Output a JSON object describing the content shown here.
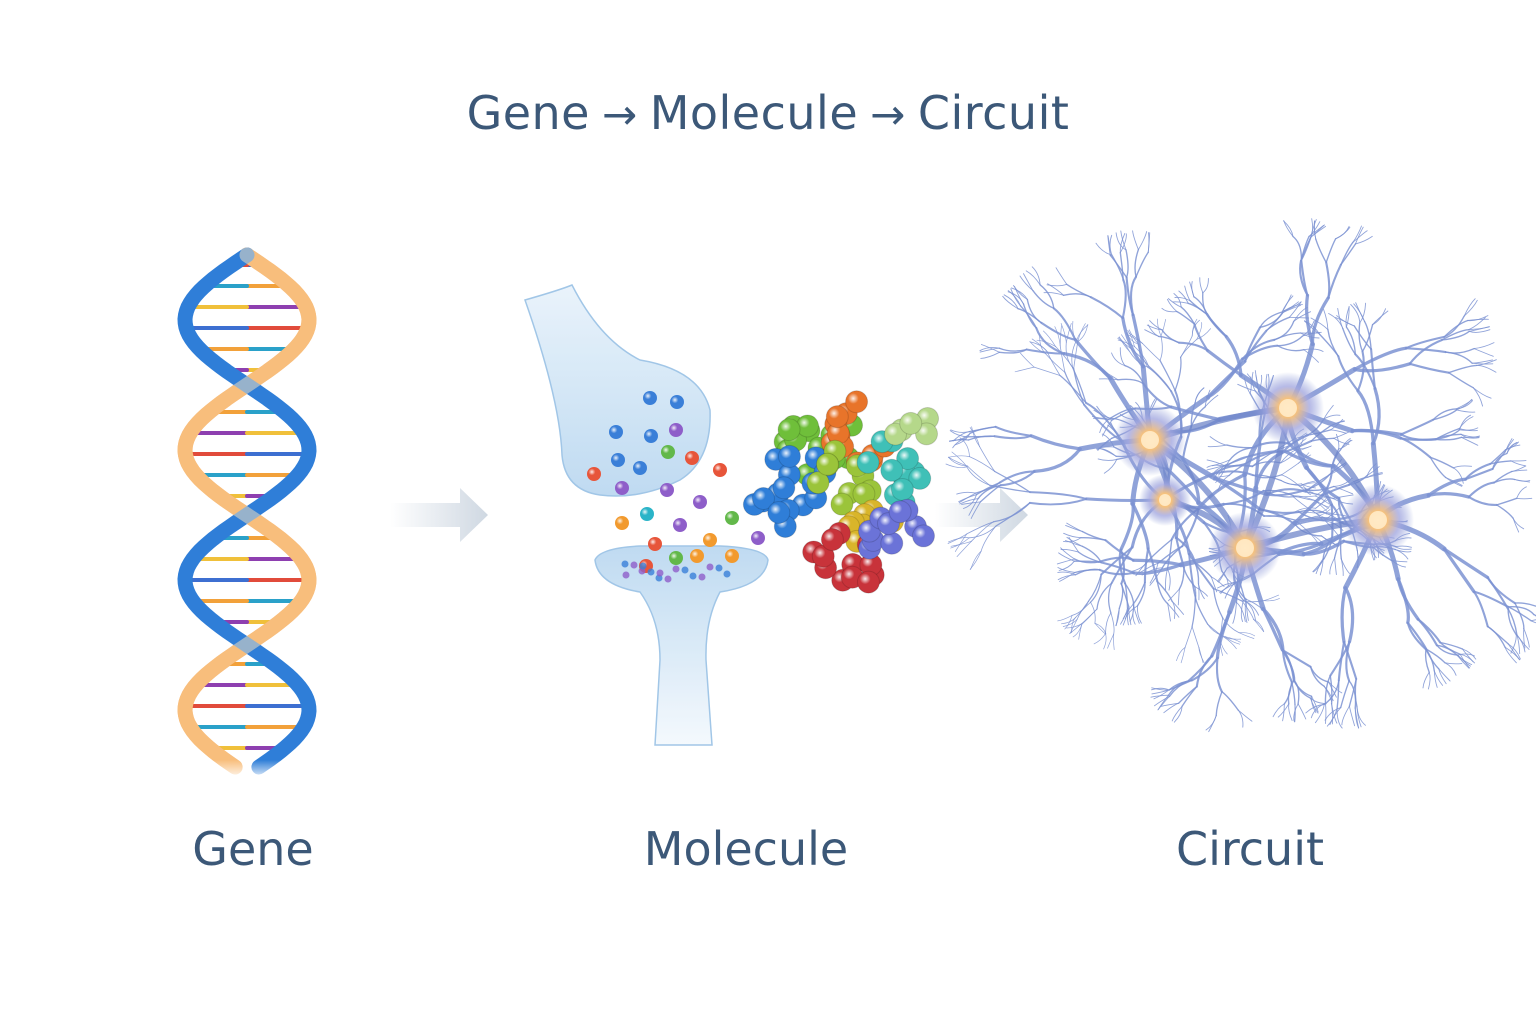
{
  "title": {
    "parts": [
      "Gene",
      "Molecule",
      "Circuit"
    ],
    "separator": "→"
  },
  "stages": [
    {
      "label": "Gene",
      "icon": "dna-helix-icon"
    },
    {
      "label": "Molecule",
      "icon": "synapse-molecule-icon"
    },
    {
      "label": "Circuit",
      "icon": "neuron-network-icon"
    }
  ],
  "colors": {
    "text": "#3c5878",
    "dna_blue": "#2f7ed8",
    "dna_orange": "#f39a3a",
    "synapse": "#cfe4f6",
    "neuron": "#7c93d2",
    "soma_glow": "#f8c27a",
    "arrow": "#d5dde6"
  }
}
